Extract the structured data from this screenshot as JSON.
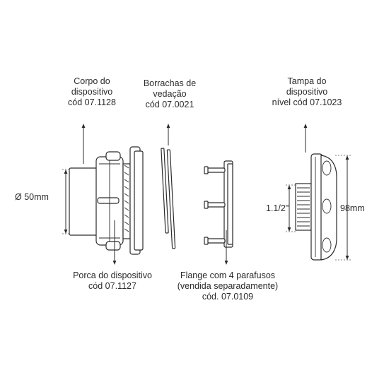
{
  "labels": {
    "corpo": [
      "Corpo do",
      "dispositivo",
      "cód 07.1128"
    ],
    "borrachas": [
      "Borrachas de",
      "vedação",
      "cód 07.0021"
    ],
    "tampa": [
      "Tampa do",
      "dispositivo",
      "nível cód 07.1023"
    ],
    "porca": [
      "Porca do dispositivo",
      "cód 07.1127"
    ],
    "flange": [
      "Flange com 4 parafusos",
      "(vendida separadamente)",
      "cód. 07.0109"
    ]
  },
  "dimensions": {
    "diameter": "Ø 50mm",
    "thread": "1.1/2\"",
    "height": "98mm"
  }
}
